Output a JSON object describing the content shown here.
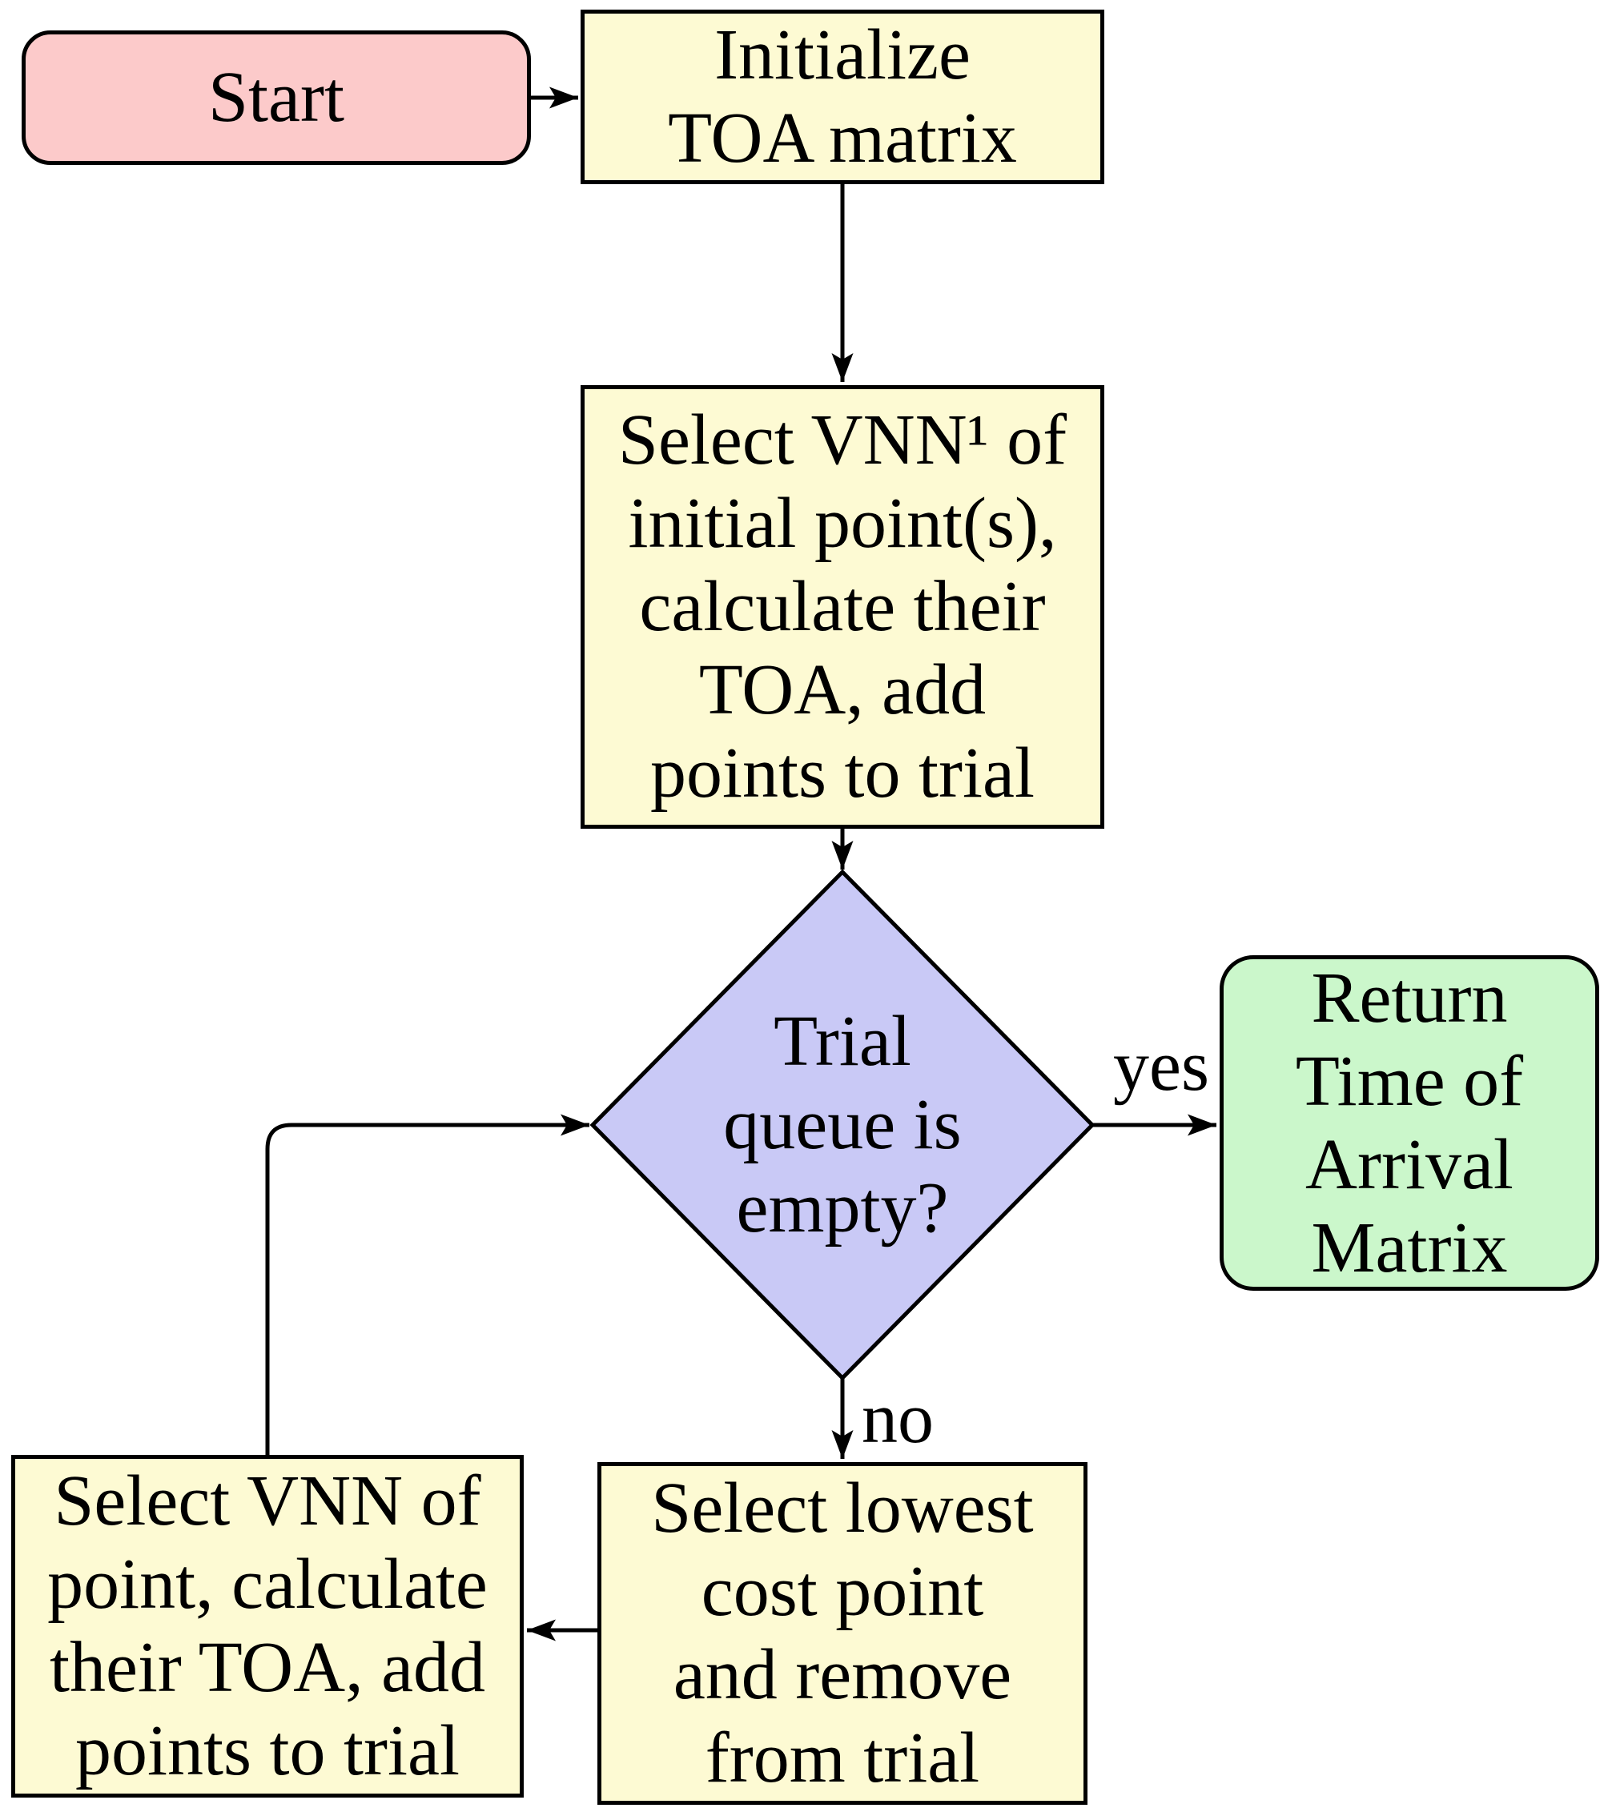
{
  "nodes": {
    "start": {
      "label": "Start"
    },
    "initialize": {
      "lines": [
        "Initialize",
        "TOA matrix"
      ]
    },
    "select_vnn_initial": {
      "lines": [
        "Select VNN¹ of",
        "initial point(s),",
        "calculate their",
        "TOA, add",
        "points to trial"
      ]
    },
    "decision_trial_queue": {
      "lines": [
        "Trial",
        "queue is",
        "empty?"
      ]
    },
    "return_matrix": {
      "lines": [
        "Return",
        "Time of",
        "Arrival",
        "Matrix"
      ]
    },
    "select_lowest": {
      "lines": [
        "Select lowest",
        "cost point",
        "and remove",
        "from trial"
      ]
    },
    "select_vnn_point": {
      "lines": [
        "Select VNN of",
        "point, calculate",
        "their TOA, add",
        "points to trial"
      ]
    }
  },
  "edges": {
    "yes_label": "yes",
    "no_label": "no"
  },
  "colors": {
    "start_fill": "#fccaca",
    "process_fill": "#fdfad3",
    "decision_fill": "#c9c9f6",
    "terminal_fill": "#cbf7cb",
    "stroke": "#000000",
    "background": "#ffffff"
  }
}
